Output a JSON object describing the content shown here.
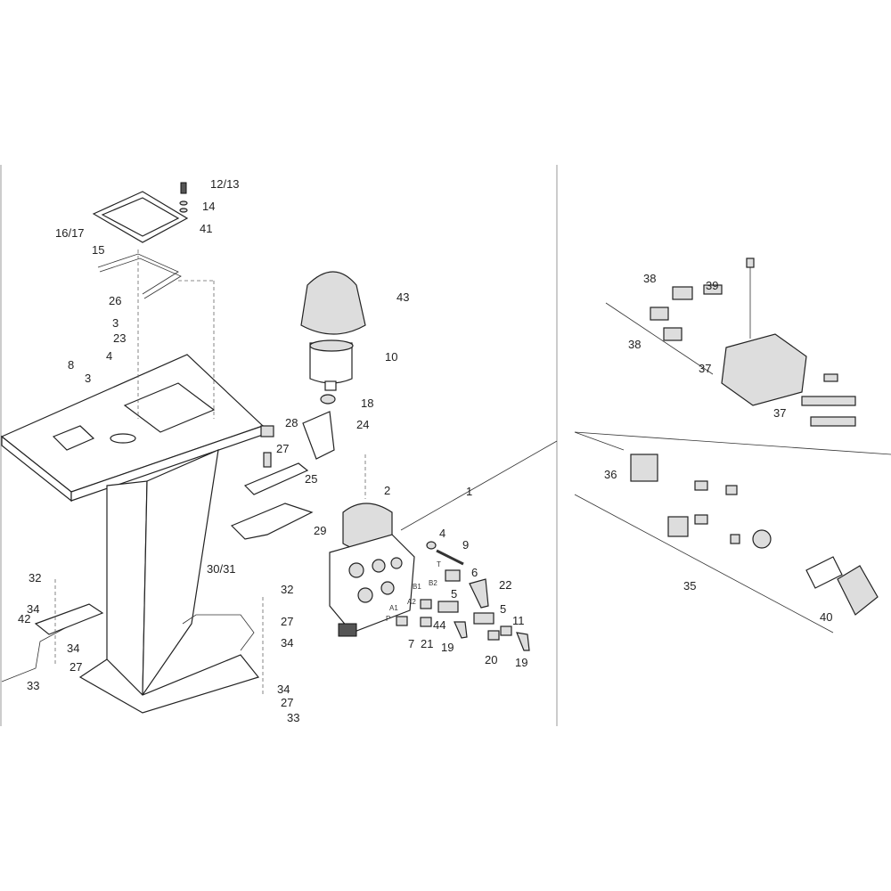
{
  "diagram": {
    "type": "exploded-parts-diagram",
    "labels": [
      "12/13",
      "14",
      "41",
      "16/17",
      "15",
      "26",
      "3",
      "23",
      "8",
      "4",
      "3",
      "43",
      "10",
      "18",
      "28",
      "24",
      "27",
      "25",
      "2",
      "1",
      "29",
      "30/31",
      "4",
      "9",
      "6",
      "22",
      "5",
      "5",
      "11",
      "44",
      "7",
      "21",
      "19",
      "20",
      "19",
      "32",
      "32",
      "34",
      "42",
      "27",
      "34",
      "34",
      "27",
      "33",
      "34",
      "27",
      "33",
      "38",
      "39",
      "38",
      "37",
      "37",
      "36",
      "35",
      "40"
    ],
    "port_labels": [
      "T",
      "B2",
      "B1",
      "A2",
      "A1",
      "P"
    ]
  }
}
